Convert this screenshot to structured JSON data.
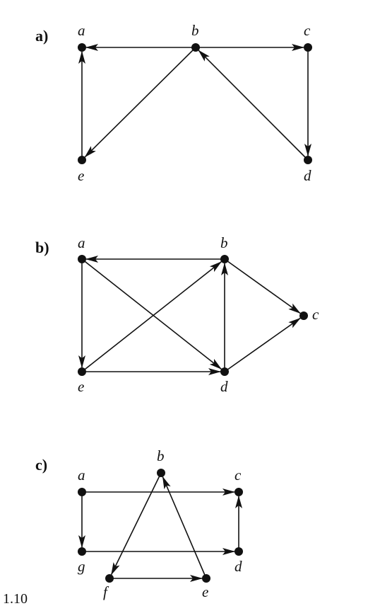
{
  "graphs": [
    {
      "id": "a",
      "label": "a)",
      "nodes": [
        {
          "id": "a",
          "label": "a"
        },
        {
          "id": "b",
          "label": "b"
        },
        {
          "id": "c",
          "label": "c"
        },
        {
          "id": "d",
          "label": "d"
        },
        {
          "id": "e",
          "label": "e"
        }
      ],
      "edges": [
        {
          "from": "b",
          "to": "a"
        },
        {
          "from": "b",
          "to": "c"
        },
        {
          "from": "b",
          "to": "e"
        },
        {
          "from": "c",
          "to": "d"
        },
        {
          "from": "d",
          "to": "b"
        },
        {
          "from": "e",
          "to": "a"
        }
      ]
    },
    {
      "id": "b",
      "label": "b)",
      "nodes": [
        {
          "id": "a",
          "label": "a"
        },
        {
          "id": "b",
          "label": "b"
        },
        {
          "id": "c",
          "label": "c"
        },
        {
          "id": "d",
          "label": "d"
        },
        {
          "id": "e",
          "label": "e"
        }
      ],
      "edges": [
        {
          "from": "b",
          "to": "a"
        },
        {
          "from": "a",
          "to": "e"
        },
        {
          "from": "a",
          "to": "d"
        },
        {
          "from": "e",
          "to": "b"
        },
        {
          "from": "e",
          "to": "d"
        },
        {
          "from": "d",
          "to": "b"
        },
        {
          "from": "b",
          "to": "c"
        },
        {
          "from": "d",
          "to": "c"
        }
      ]
    },
    {
      "id": "c",
      "label": "c)",
      "nodes": [
        {
          "id": "a",
          "label": "a"
        },
        {
          "id": "b",
          "label": "b"
        },
        {
          "id": "c",
          "label": "c"
        },
        {
          "id": "d",
          "label": "d"
        },
        {
          "id": "e",
          "label": "e"
        },
        {
          "id": "f",
          "label": "f"
        },
        {
          "id": "g",
          "label": "g"
        }
      ],
      "edges": [
        {
          "from": "a",
          "to": "c"
        },
        {
          "from": "a",
          "to": "g"
        },
        {
          "from": "g",
          "to": "d"
        },
        {
          "from": "d",
          "to": "c"
        },
        {
          "from": "b",
          "to": "f"
        },
        {
          "from": "e",
          "to": "b"
        },
        {
          "from": "f",
          "to": "e"
        }
      ]
    }
  ],
  "caption": "1.10"
}
